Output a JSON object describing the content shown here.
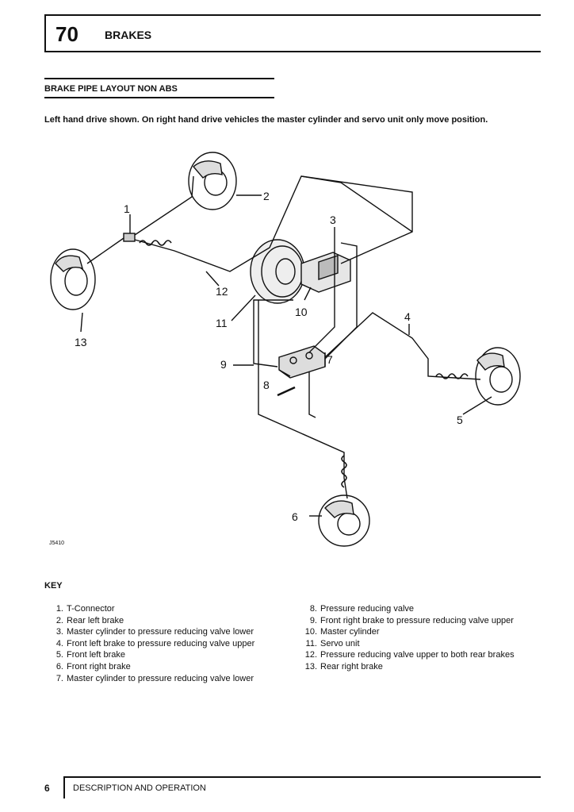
{
  "header": {
    "section_number": "70",
    "section_title": "BRAKES"
  },
  "section_heading": "BRAKE PIPE LAYOUT NON ABS",
  "intro_text": "Left hand drive shown. On right hand drive vehicles the master cylinder and servo unit only move position.",
  "diagram": {
    "figure_code": "J5410",
    "callouts": [
      "1",
      "2",
      "3",
      "4",
      "5",
      "6",
      "7",
      "8",
      "9",
      "10",
      "11",
      "12",
      "13"
    ]
  },
  "key": {
    "title": "KEY",
    "col1": [
      {
        "n": "1.",
        "t": "T-Connector"
      },
      {
        "n": "2.",
        "t": "Rear left brake"
      },
      {
        "n": "3.",
        "t": "Master cylinder to pressure reducing valve lower"
      },
      {
        "n": "4.",
        "t": "Front left brake to pressure reducing valve upper"
      },
      {
        "n": "5.",
        "t": "Front left brake"
      },
      {
        "n": "6.",
        "t": "Front right brake"
      },
      {
        "n": "7.",
        "t": "Master cylinder to pressure reducing valve lower"
      }
    ],
    "col2": [
      {
        "n": "8.",
        "t": "Pressure reducing valve"
      },
      {
        "n": "9.",
        "t": "Front right brake to pressure reducing valve upper"
      },
      {
        "n": "10.",
        "t": "Master cylinder"
      },
      {
        "n": "11.",
        "t": "Servo unit"
      },
      {
        "n": "12.",
        "t": "Pressure reducing valve upper to both rear brakes"
      },
      {
        "n": "13.",
        "t": "Rear right brake"
      }
    ]
  },
  "footer": {
    "page_number": "6",
    "section_name": "DESCRIPTION AND OPERATION"
  }
}
